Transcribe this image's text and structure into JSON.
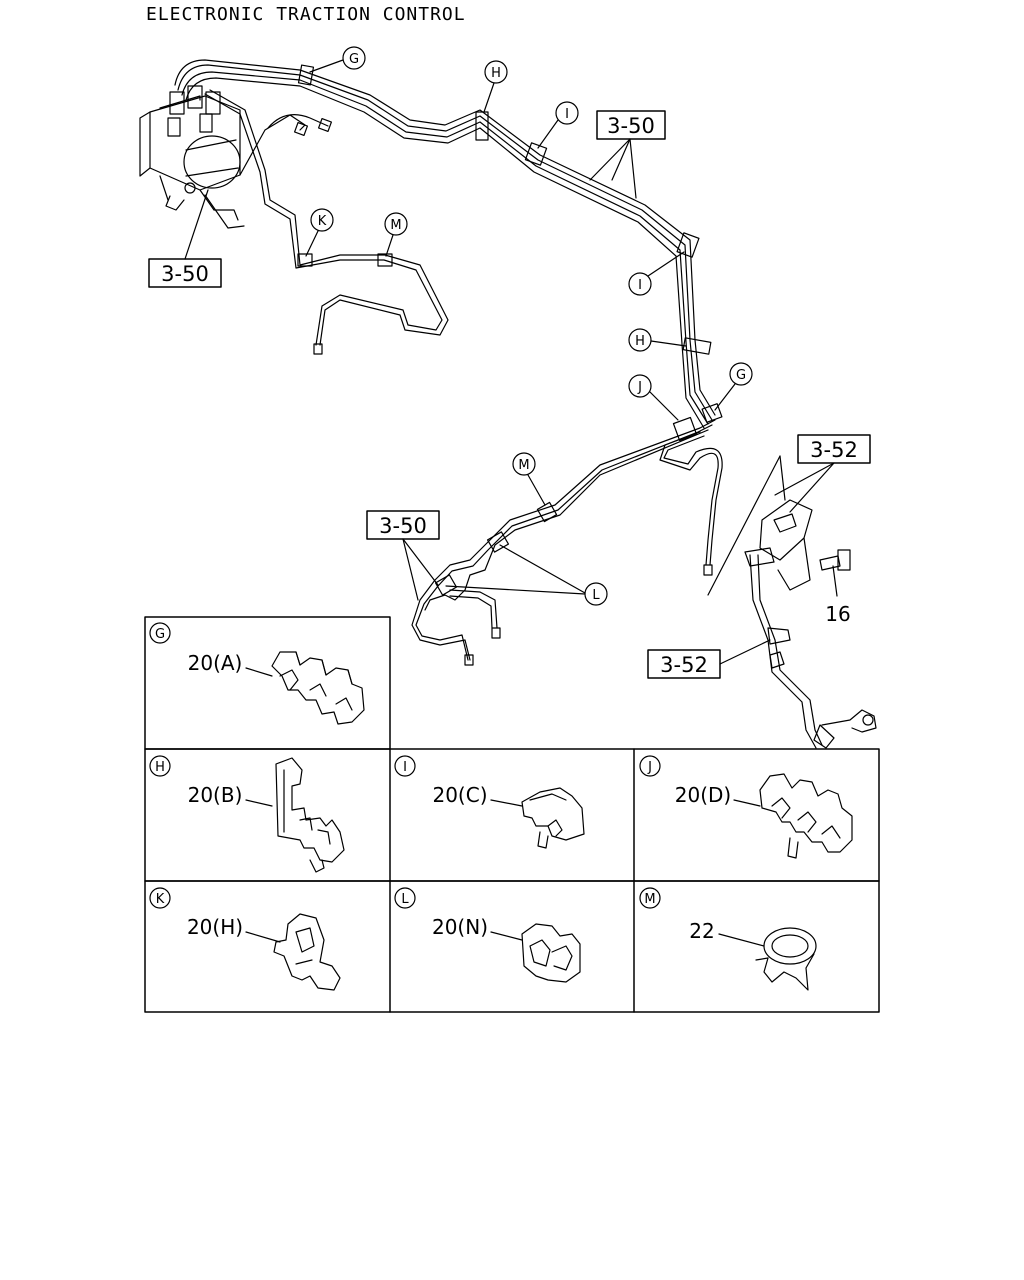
{
  "title": "ELECTRONIC TRACTION CONTROL",
  "refs": {
    "r1": "3-50",
    "r2": "3-50",
    "r3": "3-50",
    "r4": "3-52",
    "r5": "3-52"
  },
  "part_16": "16",
  "callouts": {
    "G1": "G",
    "G2": "G",
    "H1": "H",
    "H2": "H",
    "I1": "I",
    "I2": "I",
    "J1": "J",
    "K1": "K",
    "L1": "L",
    "M1": "M",
    "M2": "M"
  },
  "details": [
    {
      "key": "G",
      "part": "20(A)"
    },
    {
      "key": "H",
      "part": "20(B)"
    },
    {
      "key": "I",
      "part": "20(C)"
    },
    {
      "key": "J",
      "part": "20(D)"
    },
    {
      "key": "K",
      "part": "20(H)"
    },
    {
      "key": "L",
      "part": "20(N)"
    },
    {
      "key": "M",
      "part": "22"
    }
  ]
}
